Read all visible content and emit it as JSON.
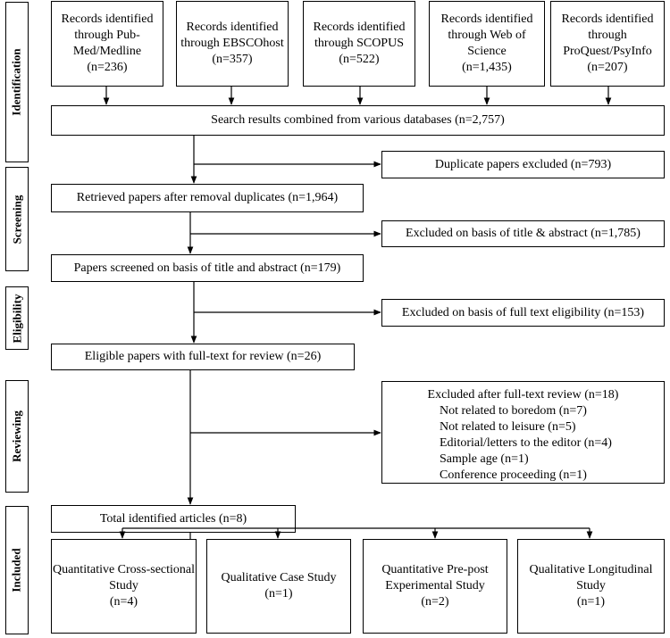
{
  "stages": {
    "identification": "Identification",
    "screening": "Screening",
    "eligibility": "Eligibility",
    "reviewing": "Reviewing",
    "included": "Included"
  },
  "sources": [
    {
      "label": "Records identified through Pub-Med/Medline",
      "count": "(n=236)"
    },
    {
      "label": "Records identified through EBSCOhost",
      "count": "(n=357)"
    },
    {
      "label": "Records identified through SCOPUS",
      "count": "(n=522)"
    },
    {
      "label": "Records identified through Web of Science",
      "count": "(n=1,435)"
    },
    {
      "label": "Records identified through ProQuest/PsyInfo",
      "count": "(n=207)"
    }
  ],
  "combined": "Search results combined from various databases (n=2,757)",
  "duplicates_excluded": "Duplicate papers excluded (n=793)",
  "retrieved": "Retrieved papers after removal duplicates (n=1,964)",
  "excluded_title_abstract": "Excluded on basis of title & abstract (n=1,785)",
  "screened": "Papers screened on basis of title and abstract (n=179)",
  "excluded_fulltext": "Excluded on basis of full text eligibility (n=153)",
  "eligible": "Eligible papers with full-text for review (n=26)",
  "review_exclusions": {
    "title": "Excluded after full-text review (n=18)",
    "items": [
      "Not related to boredom (n=7)",
      "Not related to leisure (n=5)",
      "Editorial/letters to the editor (n=4)",
      "Sample age (n=1)",
      "Conference proceeding (n=1)"
    ]
  },
  "total": "Total identified articles (n=8)",
  "outcomes": [
    {
      "label": "Quantitative Cross-sectional Study",
      "count": "(n=4)"
    },
    {
      "label": "Qualitative Case Study",
      "count": "(n=1)"
    },
    {
      "label": "Quantitative Pre-post Experimental Study",
      "count": "(n=2)"
    },
    {
      "label": "Qualitative Longitudinal Study",
      "count": "(n=1)"
    }
  ]
}
